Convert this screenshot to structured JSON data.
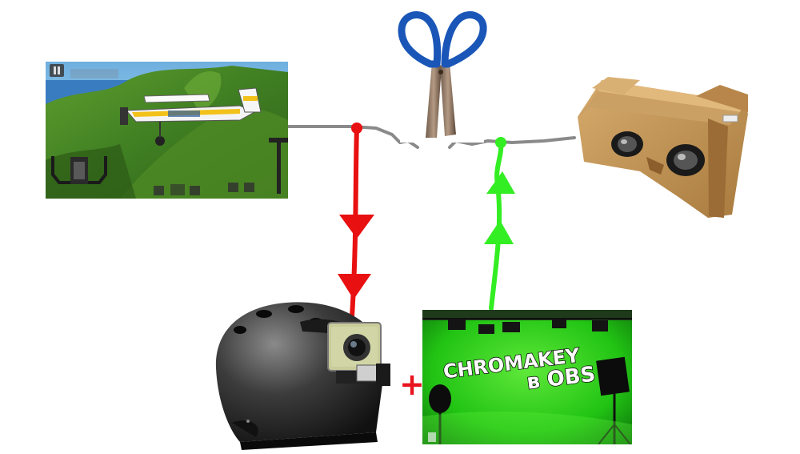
{
  "diagram": {
    "nodes": [
      {
        "id": "flight-sim",
        "kind": "game-screenshot",
        "icon": "airplane-icon"
      },
      {
        "id": "vr-headset",
        "kind": "cardboard-viewer",
        "icon": "vr-headset-icon"
      },
      {
        "id": "scissors",
        "kind": "cut-symbol",
        "icon": "scissors-icon"
      },
      {
        "id": "helmet-camera",
        "kind": "action-camera-on-helmet",
        "icon": "helmet-camera-icon"
      },
      {
        "id": "chromakey-card",
        "kind": "green-screen-thumbnail",
        "icon": "green-screen-icon"
      }
    ],
    "chromakey": {
      "line1": "CHROMAKEY",
      "line2": "в OBS"
    },
    "plus_symbol": "+",
    "colors": {
      "red_arrow": "#e81010",
      "green_arrow": "#33ee22",
      "cable": "#8a8a8a",
      "green_screen": "#2ecc1a",
      "scissor_handle": "#1a56b8",
      "cardboard": "#c89a5a",
      "plus": "#e8141e"
    }
  }
}
